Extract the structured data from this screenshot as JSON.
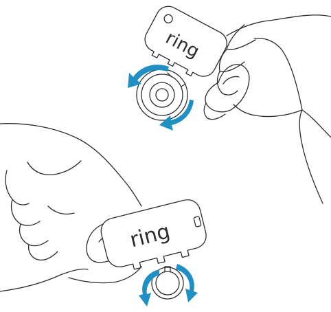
{
  "illustration": {
    "top_tool": {
      "brand_label": "ring"
    },
    "bottom_tool": {
      "brand_label": "ring"
    },
    "colors": {
      "arrow": "#1f8fc4",
      "line": "#2c2c2c",
      "background": "#ffffff"
    },
    "icons": [
      "rotate-counterclockwise-arrow",
      "rotate-clockwise-arrow",
      "hand",
      "security-screw",
      "screwdriver-key-tool"
    ]
  }
}
